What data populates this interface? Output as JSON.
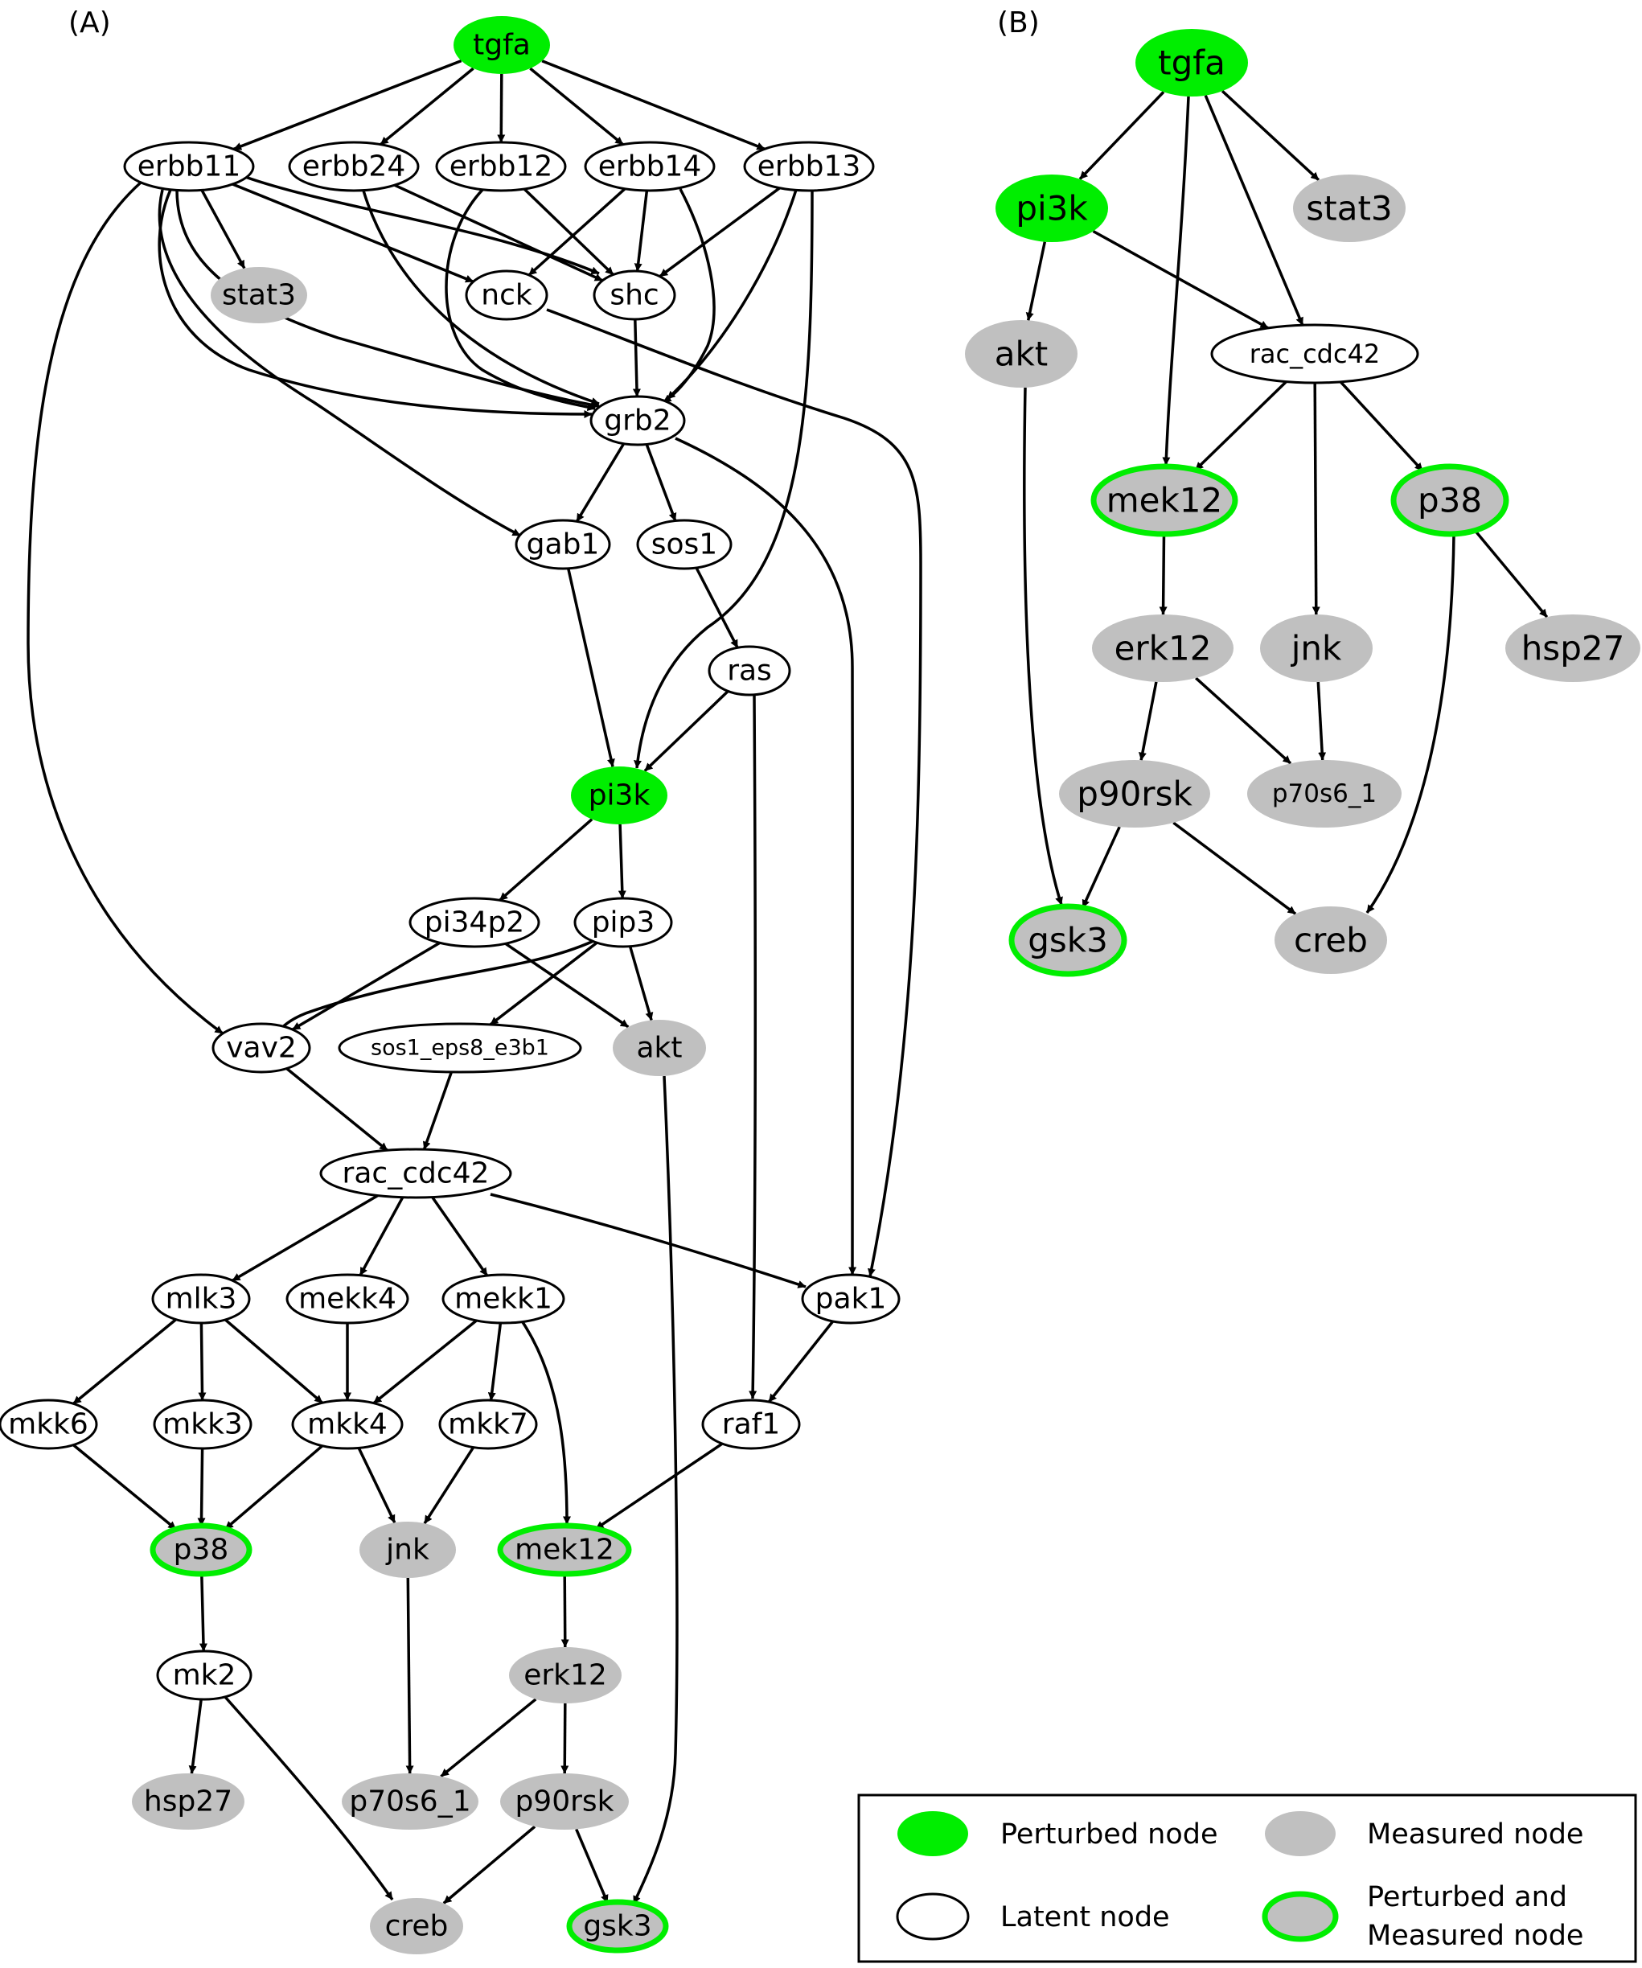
{
  "panels": {
    "a": {
      "label": "(A)",
      "nodes": [
        {
          "id": "tgfa",
          "label": "tgfa",
          "type": "perturbed"
        },
        {
          "id": "erbb11",
          "label": "erbb11",
          "type": "latent"
        },
        {
          "id": "erbb24",
          "label": "erbb24",
          "type": "latent"
        },
        {
          "id": "erbb12",
          "label": "erbb12",
          "type": "latent"
        },
        {
          "id": "erbb14",
          "label": "erbb14",
          "type": "latent"
        },
        {
          "id": "erbb13",
          "label": "erbb13",
          "type": "latent"
        },
        {
          "id": "stat3",
          "label": "stat3",
          "type": "measured"
        },
        {
          "id": "nck",
          "label": "nck",
          "type": "latent"
        },
        {
          "id": "shc",
          "label": "shc",
          "type": "latent"
        },
        {
          "id": "grb2",
          "label": "grb2",
          "type": "latent"
        },
        {
          "id": "gab1",
          "label": "gab1",
          "type": "latent"
        },
        {
          "id": "sos1",
          "label": "sos1",
          "type": "latent"
        },
        {
          "id": "ras",
          "label": "ras",
          "type": "latent"
        },
        {
          "id": "pi3k",
          "label": "pi3k",
          "type": "perturbed"
        },
        {
          "id": "pi34p2",
          "label": "pi34p2",
          "type": "latent"
        },
        {
          "id": "pip3",
          "label": "pip3",
          "type": "latent"
        },
        {
          "id": "vav2",
          "label": "vav2",
          "type": "latent"
        },
        {
          "id": "sos1_eps8_e3b1",
          "label": "sos1_eps8_e3b1",
          "type": "latent"
        },
        {
          "id": "akt",
          "label": "akt",
          "type": "measured"
        },
        {
          "id": "rac_cdc42",
          "label": "rac_cdc42",
          "type": "latent"
        },
        {
          "id": "mlk3",
          "label": "mlk3",
          "type": "latent"
        },
        {
          "id": "mekk4",
          "label": "mekk4",
          "type": "latent"
        },
        {
          "id": "mekk1",
          "label": "mekk1",
          "type": "latent"
        },
        {
          "id": "pak1",
          "label": "pak1",
          "type": "latent"
        },
        {
          "id": "mkk6",
          "label": "mkk6",
          "type": "latent"
        },
        {
          "id": "mkk3",
          "label": "mkk3",
          "type": "latent"
        },
        {
          "id": "mkk4",
          "label": "mkk4",
          "type": "latent"
        },
        {
          "id": "mkk7",
          "label": "mkk7",
          "type": "latent"
        },
        {
          "id": "raf1",
          "label": "raf1",
          "type": "latent"
        },
        {
          "id": "p38",
          "label": "p38",
          "type": "both"
        },
        {
          "id": "jnk",
          "label": "jnk",
          "type": "measured"
        },
        {
          "id": "mek12",
          "label": "mek12",
          "type": "both"
        },
        {
          "id": "mk2",
          "label": "mk2",
          "type": "latent"
        },
        {
          "id": "erk12",
          "label": "erk12",
          "type": "measured"
        },
        {
          "id": "hsp27",
          "label": "hsp27",
          "type": "measured"
        },
        {
          "id": "p70s6_1",
          "label": "p70s6_1",
          "type": "measured"
        },
        {
          "id": "p90rsk",
          "label": "p90rsk",
          "type": "measured"
        },
        {
          "id": "creb",
          "label": "creb",
          "type": "measured"
        },
        {
          "id": "gsk3",
          "label": "gsk3",
          "type": "both"
        }
      ],
      "edges": [
        [
          "tgfa",
          "erbb11"
        ],
        [
          "tgfa",
          "erbb24"
        ],
        [
          "tgfa",
          "erbb12"
        ],
        [
          "tgfa",
          "erbb14"
        ],
        [
          "tgfa",
          "erbb13"
        ],
        [
          "erbb11",
          "stat3"
        ],
        [
          "erbb11",
          "nck"
        ],
        [
          "erbb11",
          "shc"
        ],
        [
          "erbb11",
          "grb2"
        ],
        [
          "erbb11",
          "grb2"
        ],
        [
          "erbb11",
          "gab1"
        ],
        [
          "erbb11",
          "vav2"
        ],
        [
          "erbb24",
          "shc"
        ],
        [
          "erbb24",
          "grb2"
        ],
        [
          "erbb12",
          "shc"
        ],
        [
          "erbb12",
          "grb2"
        ],
        [
          "erbb14",
          "nck"
        ],
        [
          "erbb14",
          "shc"
        ],
        [
          "erbb14",
          "grb2"
        ],
        [
          "erbb13",
          "shc"
        ],
        [
          "erbb13",
          "grb2"
        ],
        [
          "erbb13",
          "pi3k"
        ],
        [
          "shc",
          "grb2"
        ],
        [
          "nck",
          "pak1"
        ],
        [
          "grb2",
          "gab1"
        ],
        [
          "grb2",
          "sos1"
        ],
        [
          "grb2",
          "pak1"
        ],
        [
          "sos1",
          "ras"
        ],
        [
          "gab1",
          "pi3k"
        ],
        [
          "ras",
          "pi3k"
        ],
        [
          "ras",
          "raf1"
        ],
        [
          "pi3k",
          "pi34p2"
        ],
        [
          "pi3k",
          "pip3"
        ],
        [
          "pi34p2",
          "vav2"
        ],
        [
          "pi34p2",
          "akt"
        ],
        [
          "pip3",
          "vav2"
        ],
        [
          "pip3",
          "sos1_eps8_e3b1"
        ],
        [
          "pip3",
          "akt"
        ],
        [
          "vav2",
          "rac_cdc42"
        ],
        [
          "sos1_eps8_e3b1",
          "rac_cdc42"
        ],
        [
          "rac_cdc42",
          "mlk3"
        ],
        [
          "rac_cdc42",
          "mekk4"
        ],
        [
          "rac_cdc42",
          "mekk1"
        ],
        [
          "rac_cdc42",
          "pak1"
        ],
        [
          "mlk3",
          "mkk6"
        ],
        [
          "mlk3",
          "mkk3"
        ],
        [
          "mlk3",
          "mkk4"
        ],
        [
          "mekk4",
          "mkk4"
        ],
        [
          "mekk1",
          "mkk4"
        ],
        [
          "mekk1",
          "mkk7"
        ],
        [
          "mekk1",
          "mek12"
        ],
        [
          "pak1",
          "raf1"
        ],
        [
          "raf1",
          "mek12"
        ],
        [
          "mkk6",
          "p38"
        ],
        [
          "mkk3",
          "p38"
        ],
        [
          "mkk4",
          "p38"
        ],
        [
          "mkk4",
          "jnk"
        ],
        [
          "mkk7",
          "jnk"
        ],
        [
          "p38",
          "mk2"
        ],
        [
          "mek12",
          "erk12"
        ],
        [
          "mk2",
          "hsp27"
        ],
        [
          "mk2",
          "creb"
        ],
        [
          "jnk",
          "p70s6_1"
        ],
        [
          "erk12",
          "p70s6_1"
        ],
        [
          "erk12",
          "p90rsk"
        ],
        [
          "p90rsk",
          "creb"
        ],
        [
          "p90rsk",
          "gsk3"
        ],
        [
          "akt",
          "gsk3"
        ]
      ]
    },
    "b": {
      "label": "(B)",
      "nodes": [
        {
          "id": "tgfa",
          "label": "tgfa",
          "type": "perturbed"
        },
        {
          "id": "pi3k",
          "label": "pi3k",
          "type": "perturbed"
        },
        {
          "id": "stat3",
          "label": "stat3",
          "type": "measured"
        },
        {
          "id": "akt",
          "label": "akt",
          "type": "measured"
        },
        {
          "id": "rac_cdc42",
          "label": "rac_cdc42",
          "type": "latent"
        },
        {
          "id": "mek12",
          "label": "mek12",
          "type": "both"
        },
        {
          "id": "p38",
          "label": "p38",
          "type": "both"
        },
        {
          "id": "erk12",
          "label": "erk12",
          "type": "measured"
        },
        {
          "id": "jnk",
          "label": "jnk",
          "type": "measured"
        },
        {
          "id": "hsp27",
          "label": "hsp27",
          "type": "measured"
        },
        {
          "id": "p90rsk",
          "label": "p90rsk",
          "type": "measured"
        },
        {
          "id": "p70s6_1",
          "label": "p70s6_1",
          "type": "measured"
        },
        {
          "id": "gsk3",
          "label": "gsk3",
          "type": "both"
        },
        {
          "id": "creb",
          "label": "creb",
          "type": "measured"
        }
      ],
      "edges": [
        [
          "tgfa",
          "pi3k"
        ],
        [
          "tgfa",
          "stat3"
        ],
        [
          "tgfa",
          "mek12"
        ],
        [
          "tgfa",
          "rac_cdc42"
        ],
        [
          "pi3k",
          "akt"
        ],
        [
          "pi3k",
          "rac_cdc42"
        ],
        [
          "rac_cdc42",
          "mek12"
        ],
        [
          "rac_cdc42",
          "jnk"
        ],
        [
          "rac_cdc42",
          "p38"
        ],
        [
          "mek12",
          "erk12"
        ],
        [
          "p38",
          "hsp27"
        ],
        [
          "p38",
          "creb"
        ],
        [
          "erk12",
          "p90rsk"
        ],
        [
          "erk12",
          "p70s6_1"
        ],
        [
          "jnk",
          "p70s6_1"
        ],
        [
          "akt",
          "gsk3"
        ],
        [
          "p90rsk",
          "gsk3"
        ],
        [
          "p90rsk",
          "creb"
        ]
      ]
    }
  },
  "legend": {
    "perturbed": "Perturbed node",
    "measured": "Measured node",
    "latent": "Latent node",
    "both_line1": "Perturbed and",
    "both_line2": "Measured node"
  },
  "colors": {
    "perturbed": "#00ee00",
    "measured": "#c0c0c0",
    "both_border": "#00ee00",
    "latent_fill": "#ffffff",
    "stroke": "#000000"
  }
}
